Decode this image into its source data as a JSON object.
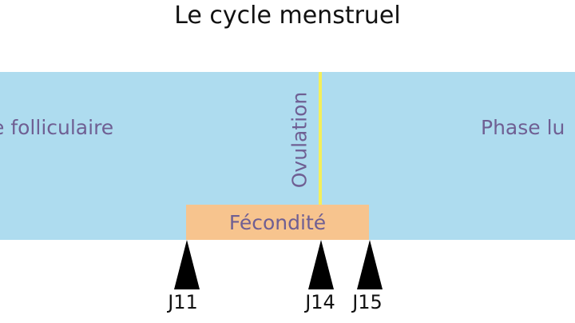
{
  "title": "Le cycle menstruel",
  "phases": {
    "follicular": "e folliculaire",
    "luteal": "Phase lu"
  },
  "ovulation": "Ovulation",
  "fertility": "Fécondité",
  "markers": [
    "J11",
    "J14",
    "J15"
  ],
  "colors": {
    "band": "#aedcef",
    "fertility": "#f7c48e",
    "ovulation_line": "#f4ef5a",
    "text": "#6f5f93"
  }
}
